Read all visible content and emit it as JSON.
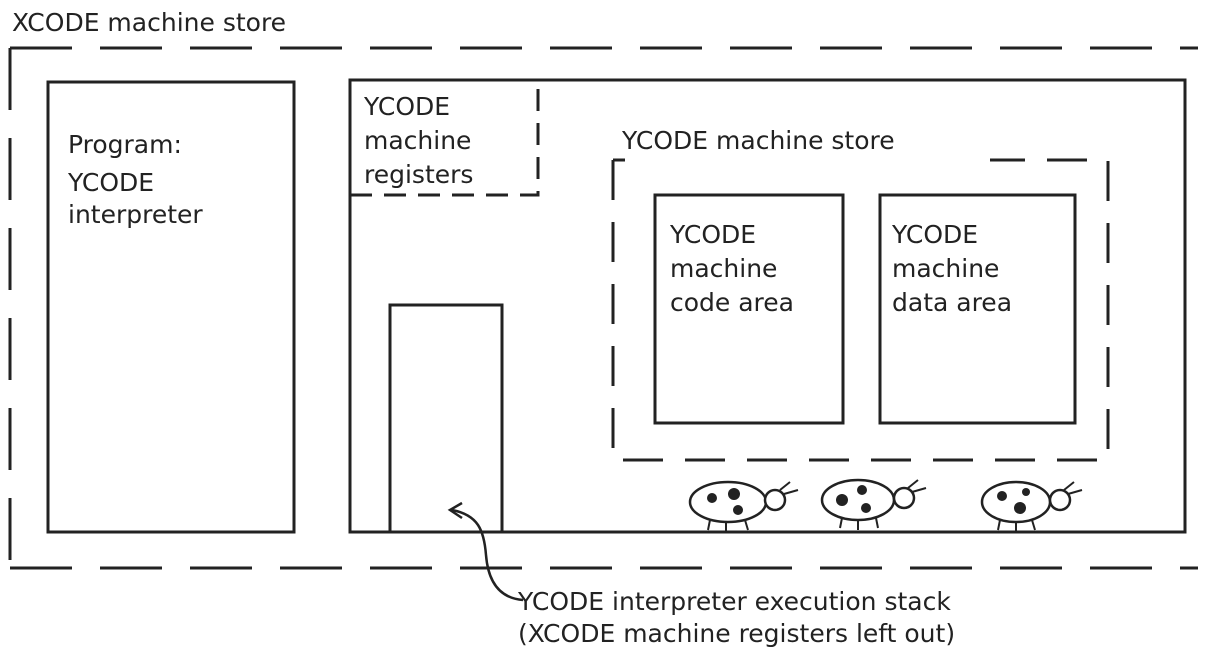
{
  "outer_store": {
    "title": "XCODE machine store"
  },
  "program_box": {
    "line1": "Program:",
    "line2": "YCODE",
    "line3": "interpreter"
  },
  "registers_box": {
    "line1": "YCODE",
    "line2": "machine",
    "line3": "registers"
  },
  "inner_store": {
    "title": "YCODE machine store"
  },
  "code_area": {
    "line1": "YCODE",
    "line2": "machine",
    "line3": "code area"
  },
  "data_area": {
    "line1": "YCODE",
    "line2": "machine",
    "line3": "data area"
  },
  "stack_caption": {
    "line1": "YCODE interpreter execution stack",
    "line2": "(XCODE machine registers left out)"
  },
  "illustration": {
    "icons": [
      "ladybug-icon",
      "ladybug-icon",
      "ladybug-icon"
    ]
  }
}
